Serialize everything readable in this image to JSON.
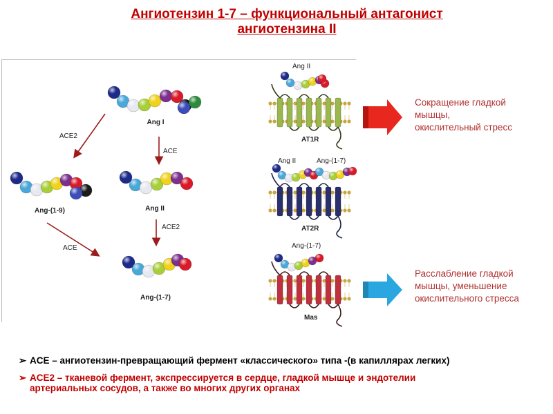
{
  "title": {
    "line1": "Ангиотензин  1-7 – функциональный  антагонист",
    "line2": "ангиотензина  II"
  },
  "pathway": {
    "ang1": "Ang I",
    "ang2": "Ang II",
    "ang19": "Ang-(1-9)",
    "ang17": "Ang-(1-7)",
    "ace": "ACE",
    "ace2": "ACE2"
  },
  "receptors": {
    "at1r": {
      "ligand": "Ang II",
      "receptor": "AT1R"
    },
    "at2r": {
      "ligand_left": "Ang II",
      "ligand_right": "Ang-(1-7)",
      "receptor": "AT2R"
    },
    "mas": {
      "ligand": "Ang-(1-7)",
      "receptor": "Mas"
    }
  },
  "effects": {
    "contraction": [
      "Сокращение гладкой",
      "мышцы,",
      "окислительный стресс"
    ],
    "relaxation": [
      "Расслабление гладкой",
      "мышцы, уменьшение",
      "окислительного стресса"
    ]
  },
  "bullets": [
    {
      "marker": "➢",
      "text": "ACE – ангиотензин-превращающий фермент «классического» типа -(в капиллярах легких)"
    },
    {
      "marker": "➢",
      "line1": "ACE2 – тканевой фермент, экспрессируется в сердце, гладкой мышце и эндотелии",
      "line2": "артериальных сосудов, а также во многих других органах"
    }
  ],
  "colors": {
    "title": "#c00000",
    "effect_text": "#b03030",
    "arrow_red": "#e8271f",
    "arrow_blue": "#2aa7e0",
    "enzyme_arrow": "#9c1c1c",
    "membrane": "#c9a640",
    "at1r_helix": "#9ab84e",
    "at2r_helix": "#2a2f6e",
    "mas_helix": "#c0313f"
  },
  "icons": {
    "effect_arrow": "block-arrow-right",
    "bullet": "arrowhead-bullet"
  }
}
